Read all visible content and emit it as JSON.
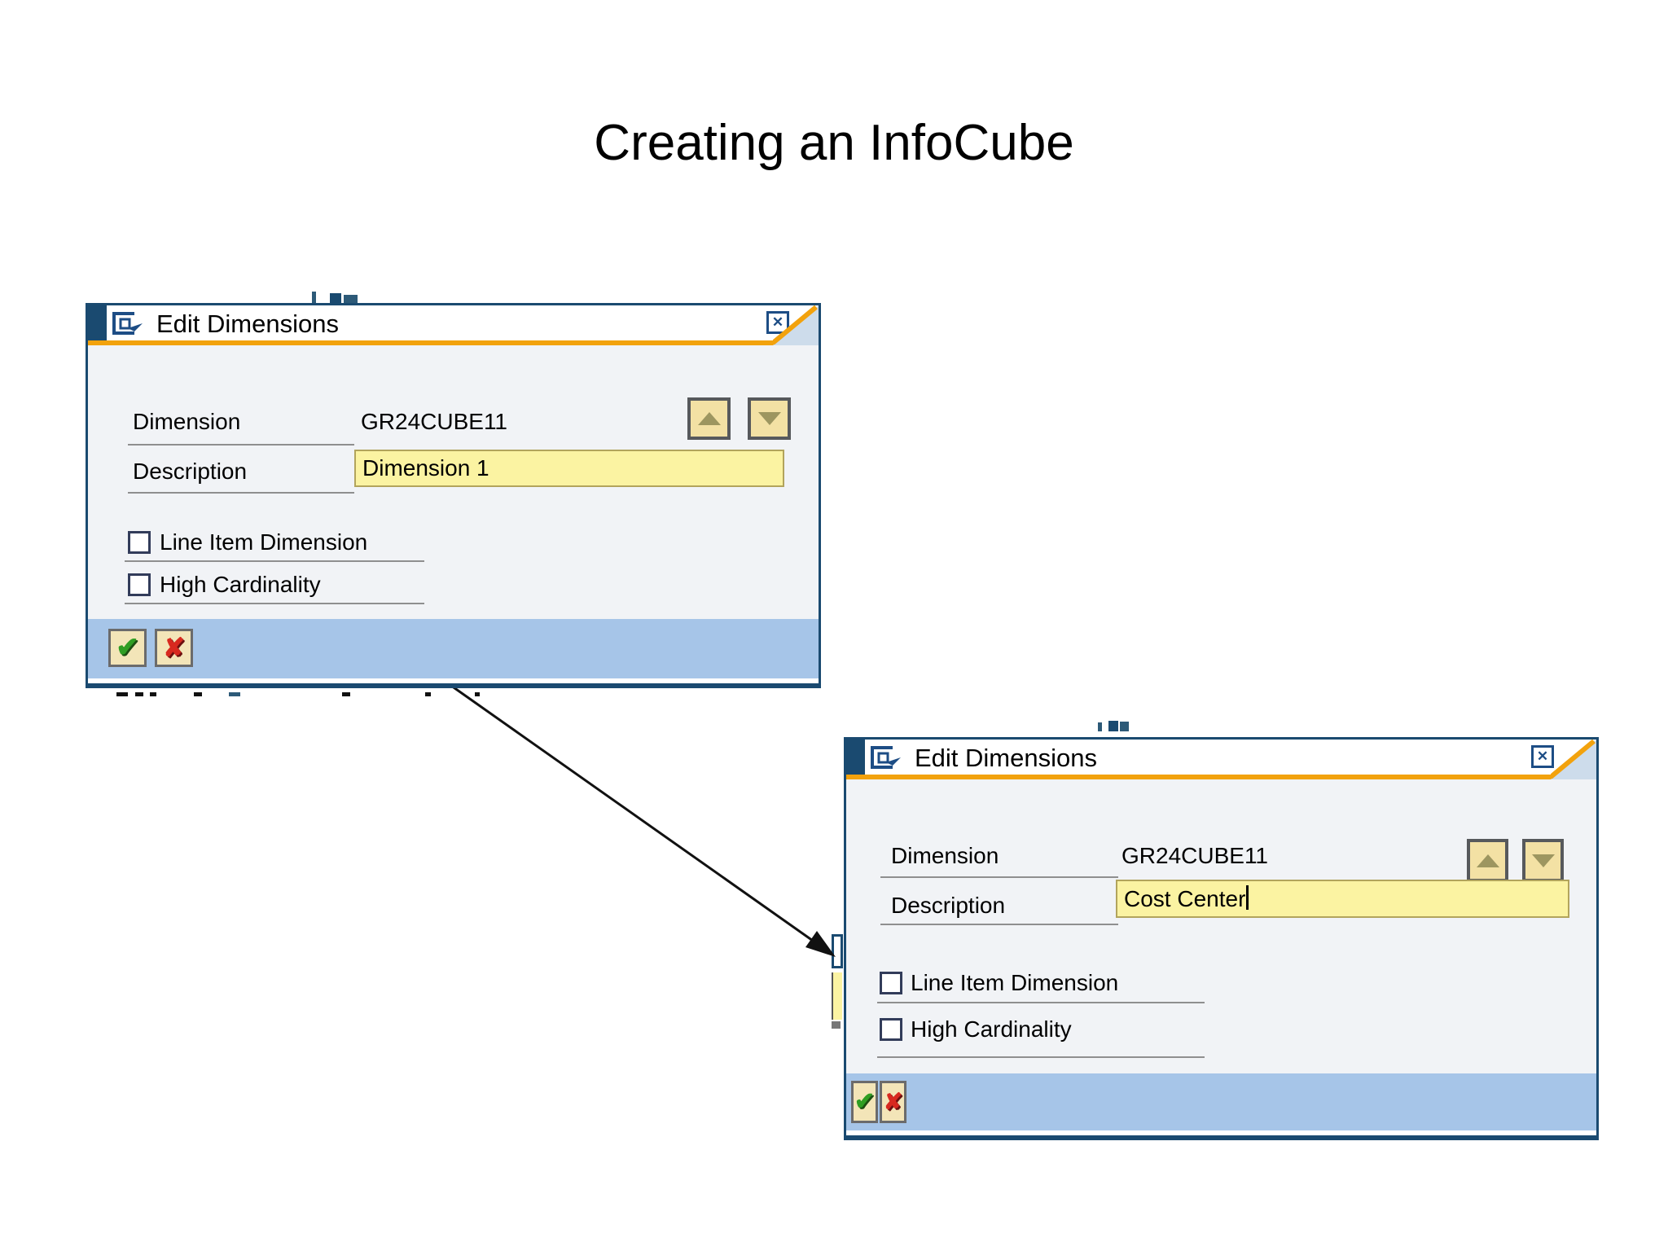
{
  "slide": {
    "title": "Creating an InfoCube"
  },
  "dialogs": [
    {
      "title": "Edit Dimensions",
      "dimension_label": "Dimension",
      "dimension_value": "GR24CUBE11",
      "description_label": "Description",
      "description_value": "Dimension 1",
      "checkboxes": [
        {
          "label": "Line Item Dimension",
          "checked": false
        },
        {
          "label": "High Cardinality",
          "checked": false
        }
      ]
    },
    {
      "title": "Edit Dimensions",
      "dimension_label": "Dimension",
      "dimension_value": "GR24CUBE11",
      "description_label": "Description",
      "description_value": "Cost Center",
      "text_cursor_visible": true,
      "checkboxes": [
        {
          "label": "Line Item Dimension",
          "checked": false
        },
        {
          "label": "High Cardinality",
          "checked": false
        }
      ]
    }
  ],
  "glyphs": {
    "close": "✕",
    "confirm": "✔",
    "cancel": "✘"
  },
  "icons": {
    "titlebar": "modal-window-icon",
    "close": "close-icon",
    "spin_up": "up-arrow-icon",
    "spin_down": "down-arrow-icon",
    "confirm": "green-check-icon",
    "cancel": "red-cross-icon"
  },
  "colors": {
    "dialog_border_navy": "#1a4a70",
    "titlebar_accent_orange": "#f2a20d",
    "dialog_body": "#f1f3f6",
    "fold_blue": "#cddceb",
    "footer_bar_blue": "#a6c5e8",
    "input_yellow": "#fbf3a2",
    "button_beige": "#f3e5b8",
    "confirm_green": "#2f9e23",
    "cancel_red": "#d8291f"
  }
}
